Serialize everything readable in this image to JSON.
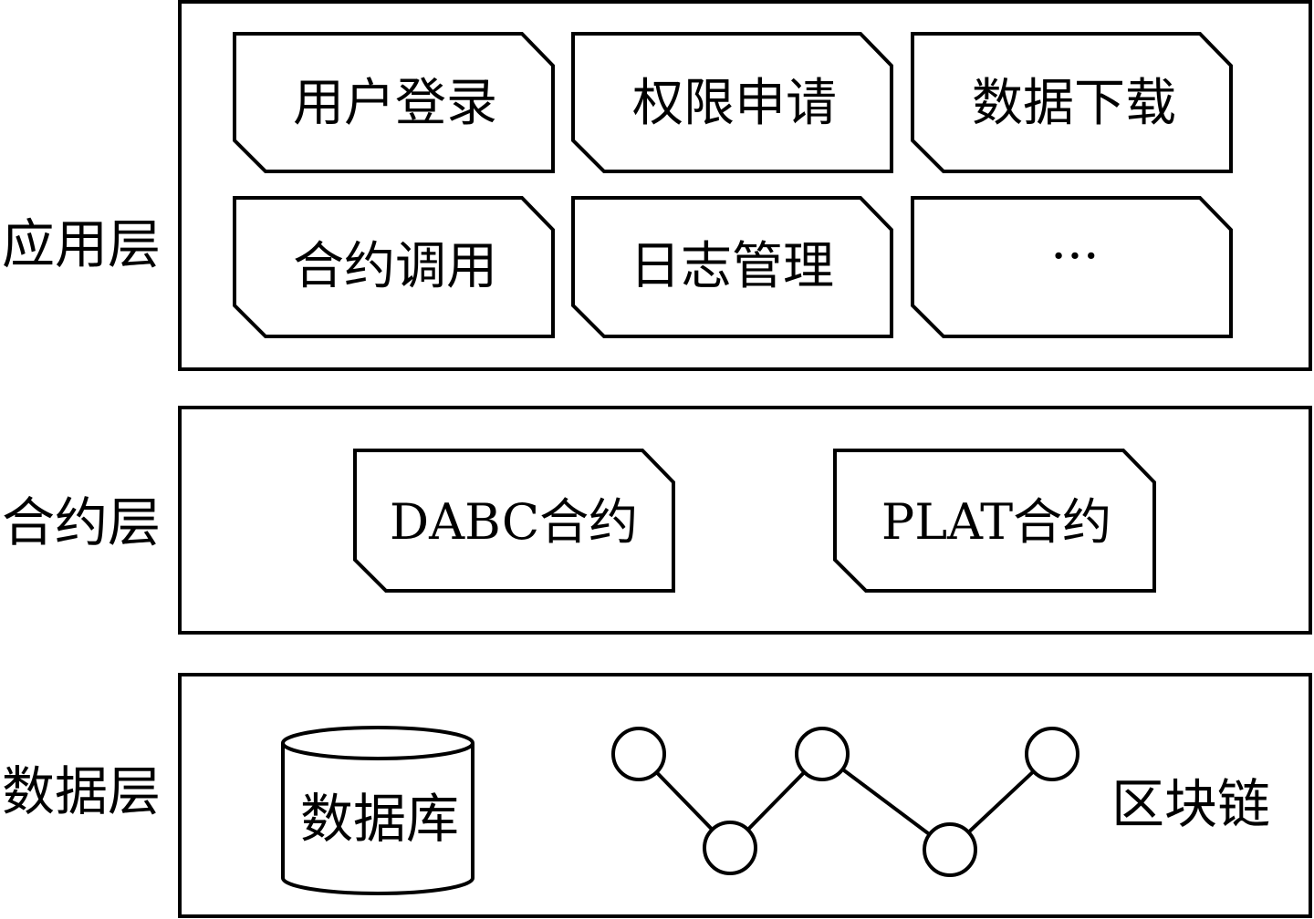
{
  "layers": {
    "application": {
      "label": "应用层",
      "modules": [
        "用户登录",
        "权限申请",
        "数据下载",
        "合约调用",
        "日志管理",
        "···"
      ]
    },
    "contract": {
      "label": "合约层",
      "contracts": [
        "DABC合约",
        "PLAT合约"
      ]
    },
    "data": {
      "label": "数据层",
      "database": "数据库",
      "blockchain": "区块链"
    }
  }
}
